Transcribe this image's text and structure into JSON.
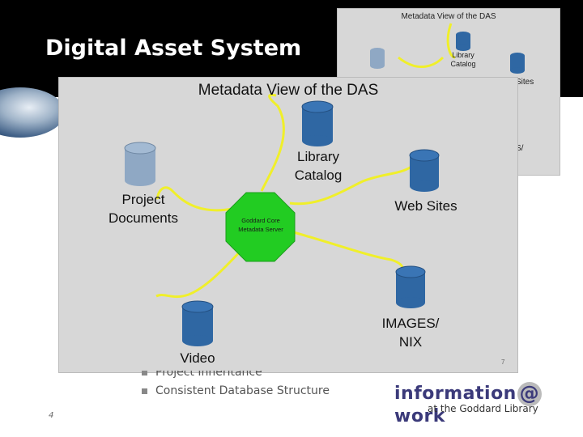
{
  "slide_title": "Digital Asset System",
  "back_slide": {
    "title": "Metadata View of the DAS",
    "labels": [
      "Library",
      "Catalog",
      "Sites",
      "S/"
    ]
  },
  "diagram": {
    "title": "Metadata View of the DAS",
    "hub": [
      "Goddard Core",
      "Metadata Server"
    ],
    "nodes": {
      "library": [
        "Library",
        "Catalog"
      ],
      "project": [
        "Project",
        "Documents"
      ],
      "websites": "Web Sites",
      "video": "Video",
      "images": [
        "IMAGES/",
        "NIX"
      ]
    },
    "page_mark": "7"
  },
  "bullets": [
    "Project Inheritance",
    "Consistent Database Structure"
  ],
  "page_number": "4",
  "logo": {
    "left": "information",
    "at": "@",
    "right": "work",
    "tagline": "at the Goddard Library"
  },
  "colors": {
    "hub_fill": "#22cc22",
    "cylinder": "#2f67a3",
    "cylinder_muted": "#8fa8c4",
    "connector": "#f0ef2a"
  }
}
